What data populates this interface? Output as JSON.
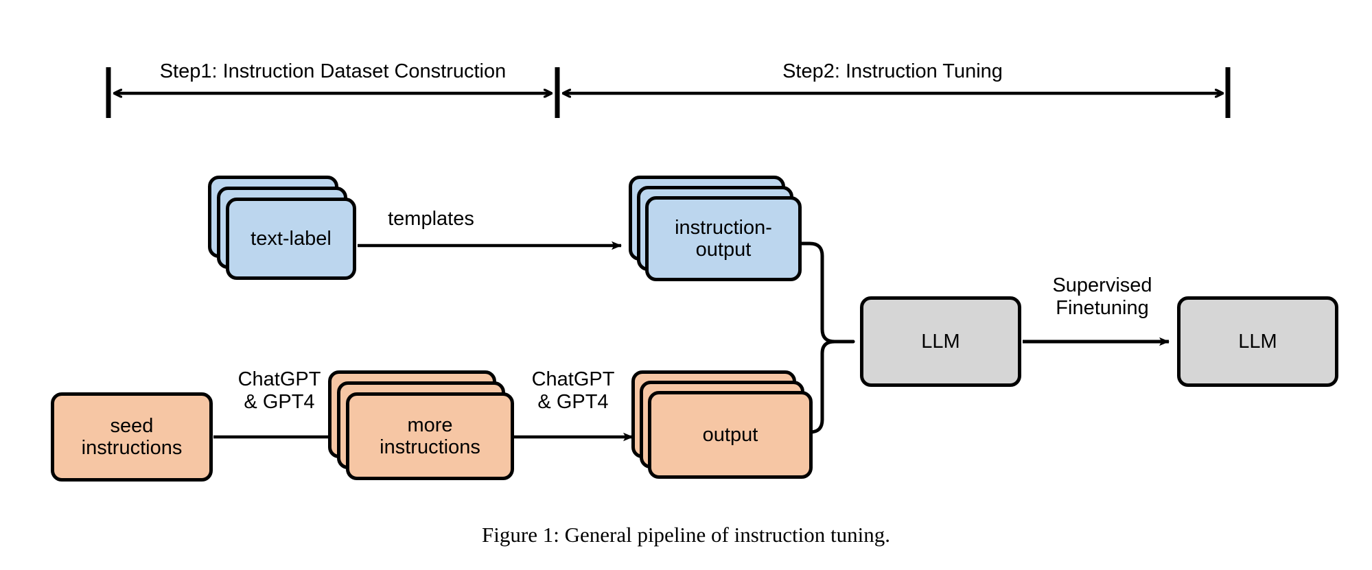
{
  "figure": {
    "caption": "Figure 1: General pipeline of instruction tuning.",
    "background_color": "#ffffff",
    "stroke_color": "#000000"
  },
  "steps": [
    {
      "id": "step1",
      "label": "Step1: Instruction Dataset Construction"
    },
    {
      "id": "step2",
      "label": "Step2: Instruction Tuning"
    }
  ],
  "nodes": {
    "text_label": {
      "label": "text-label",
      "color": "#bcd6ee",
      "stacked": true
    },
    "instruction_output": {
      "label": "instruction-output",
      "color": "#bcd6ee",
      "stacked": true
    },
    "seed_instructions": {
      "label": "seed\ninstructions",
      "color": "#f6c6a4",
      "stacked": false
    },
    "more_instructions": {
      "label": "more\ninstructions",
      "color": "#f6c6a4",
      "stacked": true
    },
    "output": {
      "label": "output",
      "color": "#f6c6a4",
      "stacked": true
    },
    "llm_base": {
      "label": "LLM",
      "color": "#d6d6d6",
      "stacked": false
    },
    "llm_tuned": {
      "label": "LLM",
      "color": "#d6d6d6",
      "stacked": false
    }
  },
  "edges": {
    "templates": "templates",
    "chatgpt_gpt4_1": "ChatGPT\n& GPT4",
    "chatgpt_gpt4_2": "ChatGPT\n& GPT4",
    "supervised_finetuning": "Supervised\nFinetuning"
  },
  "colors": {
    "blue": "#bcd6ee",
    "peach": "#f6c6a4",
    "gray": "#d6d6d6",
    "black": "#000000"
  }
}
